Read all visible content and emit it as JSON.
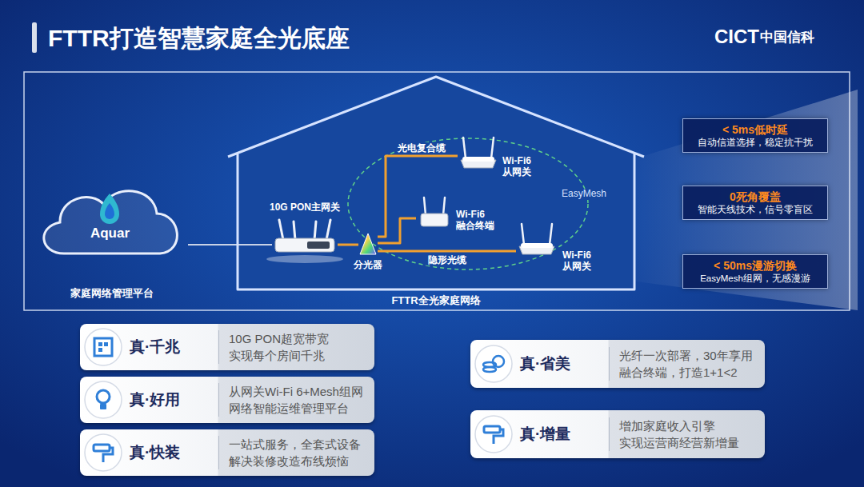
{
  "diagram": {
    "title": "FTTR打造智慧家庭全光底座",
    "nodes": [
      {
        "text": [
          "Aquar"
        ]
      },
      {
        "text": [
          "FTTR全光家庭网络"
        ]
      },
      {
        "text": [
          "10G PON主网关"
        ],
        "in": 1
      },
      {
        "text": [
          "分光器"
        ],
        "in": 1
      },
      {
        "text": [
          "Wi-Fi6 从网关"
        ],
        "in": 1
      },
      {
        "text": [
          "Wi-Fi6 融合终端"
        ],
        "in": 1
      },
      {
        "text": [
          "Wi-Fi6 从网关"
        ],
        "in": 1
      },
      {
        "text": [
          "< 5ms低时延",
          "自动信道选择，稳定抗干扰"
        ]
      },
      {
        "text": [
          "0死角覆盖",
          "智能天线技术，信号零盲区"
        ]
      },
      {
        "text": [
          "< 50ms漫游切换",
          "EasyMesh组网，无感漫游"
        ]
      },
      {
        "text": [
          "真·千兆",
          "10G PON超宽带宽 实现每个房间千兆"
        ]
      },
      {
        "text": [
          "真·好用",
          "从网关Wi-Fi 6+Mesh组网 网络智能运维管理平台"
        ]
      },
      {
        "text": [
          "真·快装",
          "一站式服务，全套式设备 解决装修改造布线烦恼"
        ]
      },
      {
        "text": [
          "真·省美",
          "光纤一次部署，30年享用 融合终端，打造1+1<2"
        ]
      },
      {
        "text": [
          "真·增量",
          "增加家庭收入引擎 实现运营商经营新增量"
        ]
      }
    ],
    "edges": [
      {
        "from": 0,
        "to": 2,
        "arrow": "none"
      },
      {
        "from": 2,
        "to": 3,
        "arrow": "none"
      },
      {
        "from": 3,
        "to": 4,
        "label": "光电复合缆",
        "arrow": "none"
      },
      {
        "from": 3,
        "to": 5,
        "arrow": "none"
      },
      {
        "from": 3,
        "to": 6,
        "label": "隐形光缆",
        "arrow": "none"
      }
    ],
    "labels": [
      "CICT",
      "中国信科",
      "家庭网络管理平台",
      "EasyMesh"
    ]
  }
}
